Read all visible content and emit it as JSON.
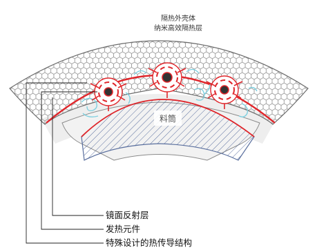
{
  "shell": {
    "label_line1": "隔热外壳体",
    "label_line2": "纳米高效隔热层"
  },
  "barrel": {
    "label": "料筒"
  },
  "callouts": [
    {
      "id": "mirror",
      "label": "镜面反射层"
    },
    {
      "id": "heater",
      "label": "发热元件"
    },
    {
      "id": "conduction",
      "label": "特殊设计的热传导结构"
    }
  ],
  "heating_units": [
    {
      "id": "unit-left"
    },
    {
      "id": "unit-center"
    },
    {
      "id": "unit-right"
    }
  ],
  "colors": {
    "accent_red": "#e0262b",
    "outline_gray": "#6b6b6b",
    "hex_stroke": "#9a9a9a",
    "fill_gray": "#eeeeee",
    "hatch_blue": "#5a6f9e",
    "conduction_blue": "#7fd0e0"
  }
}
